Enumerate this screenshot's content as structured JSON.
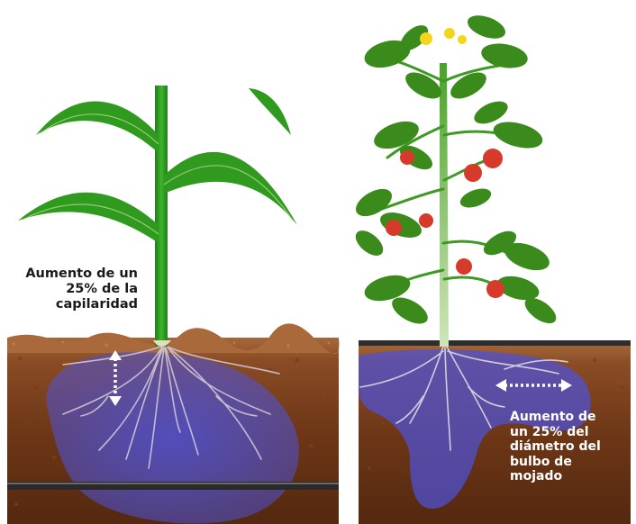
{
  "colors": {
    "soil_top": "#9a5a2e",
    "soil_deep": "#5a2c12",
    "wet_bulb": "#5a5ad0",
    "corn_leaf": "#2f9a1e",
    "tomato_leaf": "#3b8a1c",
    "tomato_fruit": "#d63a2a",
    "flower": "#f3d51a",
    "arrow": "#ffffff"
  },
  "left_panel": {
    "plant": "corn-plant",
    "label_lines": [
      "Aumento de un",
      "25% de la",
      "capilaridad"
    ],
    "arrow_direction": "vertical"
  },
  "right_panel": {
    "plant": "tomato-plant",
    "label_lines": [
      "Aumento de",
      "un 25% del",
      "diámetro del",
      "bulbo de",
      "mojado"
    ],
    "arrow_direction": "horizontal"
  }
}
